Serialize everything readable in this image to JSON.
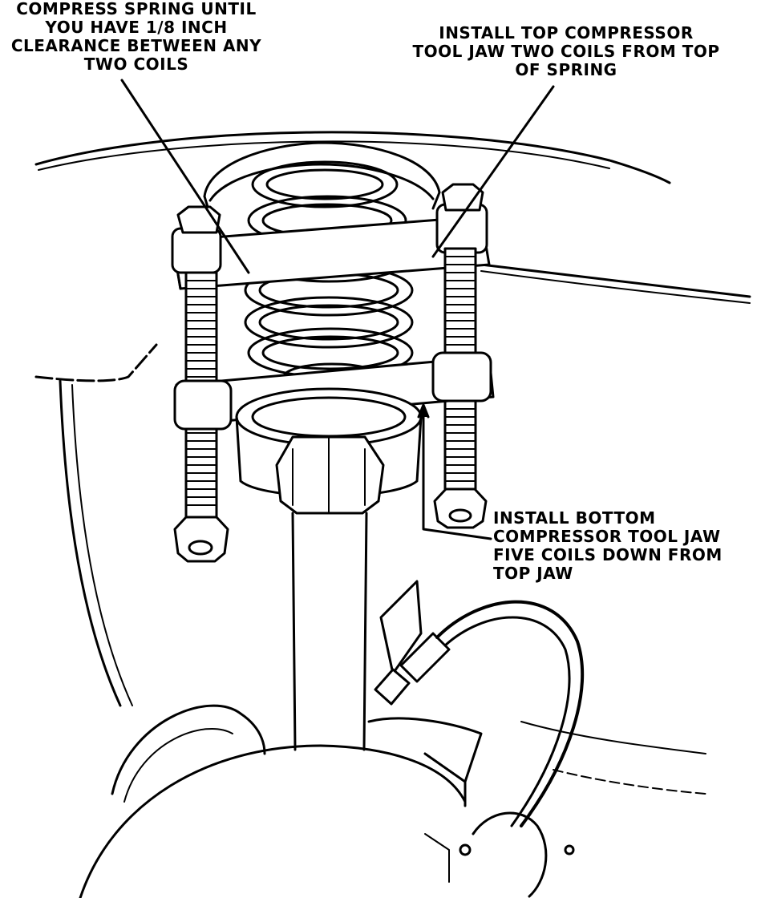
{
  "callouts": {
    "compress_spring": {
      "lines": [
        "COMPRESS SPRING UNTIL",
        "YOU HAVE 1/8 INCH",
        "CLEARANCE BETWEEN ANY",
        "TWO COILS"
      ]
    },
    "top_jaw": {
      "lines": [
        "INSTALL TOP COMPRESSOR",
        "TOOL JAW TWO COILS FROM TOP",
        "OF SPRING"
      ]
    },
    "bottom_jaw": {
      "lines": [
        "INSTALL BOTTOM",
        "COMPRESSOR TOOL JAW",
        "FIVE COILS DOWN FROM",
        "TOP JAW"
      ]
    }
  },
  "colors": {
    "ink": "#000000",
    "paper": "#ffffff"
  }
}
